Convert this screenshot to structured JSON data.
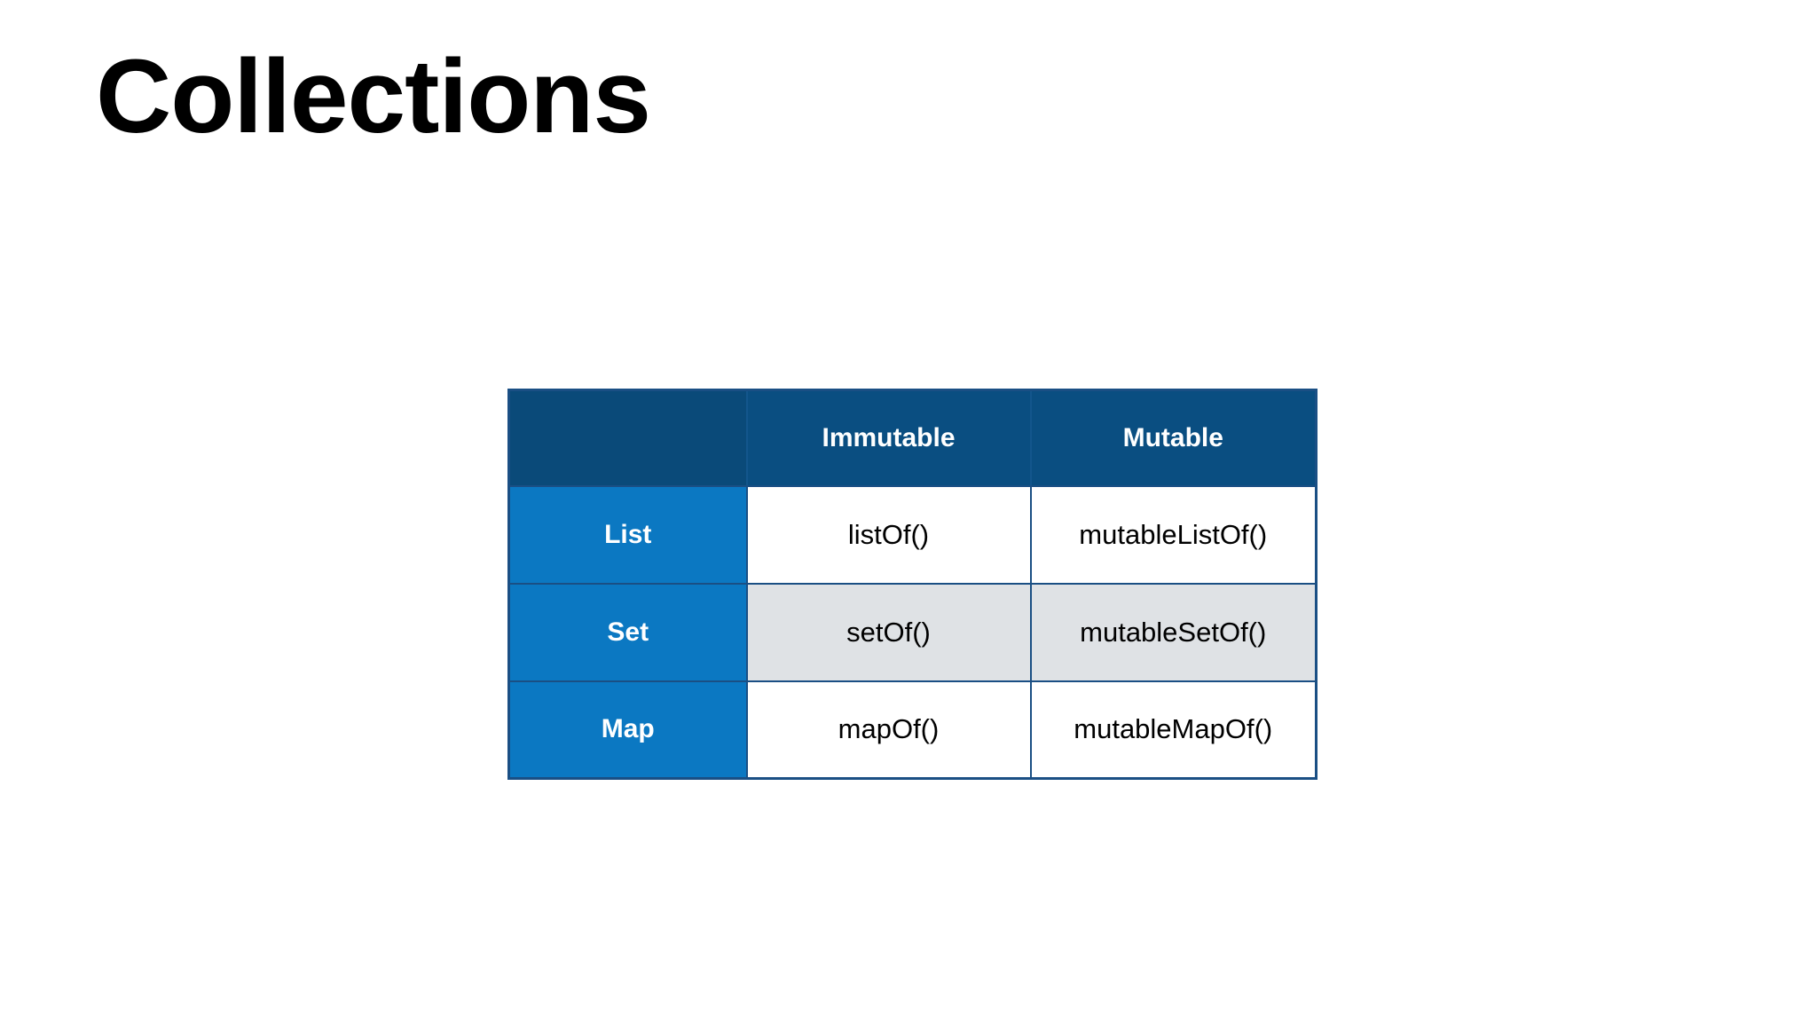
{
  "slide": {
    "title": "Collections",
    "background_color": "#ffffff",
    "title_color": "#000000"
  },
  "colors": {
    "header_navy": "#0a4e81",
    "header_corner_navy": "#0a4a79",
    "row_label_blue": "#0b78c2",
    "border_blue": "#1a4f84",
    "stripe_gray": "#dfe2e5",
    "cell_white": "#ffffff",
    "text_black": "#000000",
    "text_white": "#ffffff"
  },
  "table": {
    "corner_label": "",
    "columns": [
      "",
      "Immutable",
      "Mutable"
    ],
    "rows": [
      {
        "label": "List",
        "immutable": "listOf()",
        "mutable": "mutableListOf()",
        "striped": false
      },
      {
        "label": "Set",
        "immutable": "setOf()",
        "mutable": "mutableSetOf()",
        "striped": true
      },
      {
        "label": "Map",
        "immutable": "mapOf()",
        "mutable": "mutableMapOf()",
        "striped": false
      }
    ]
  }
}
